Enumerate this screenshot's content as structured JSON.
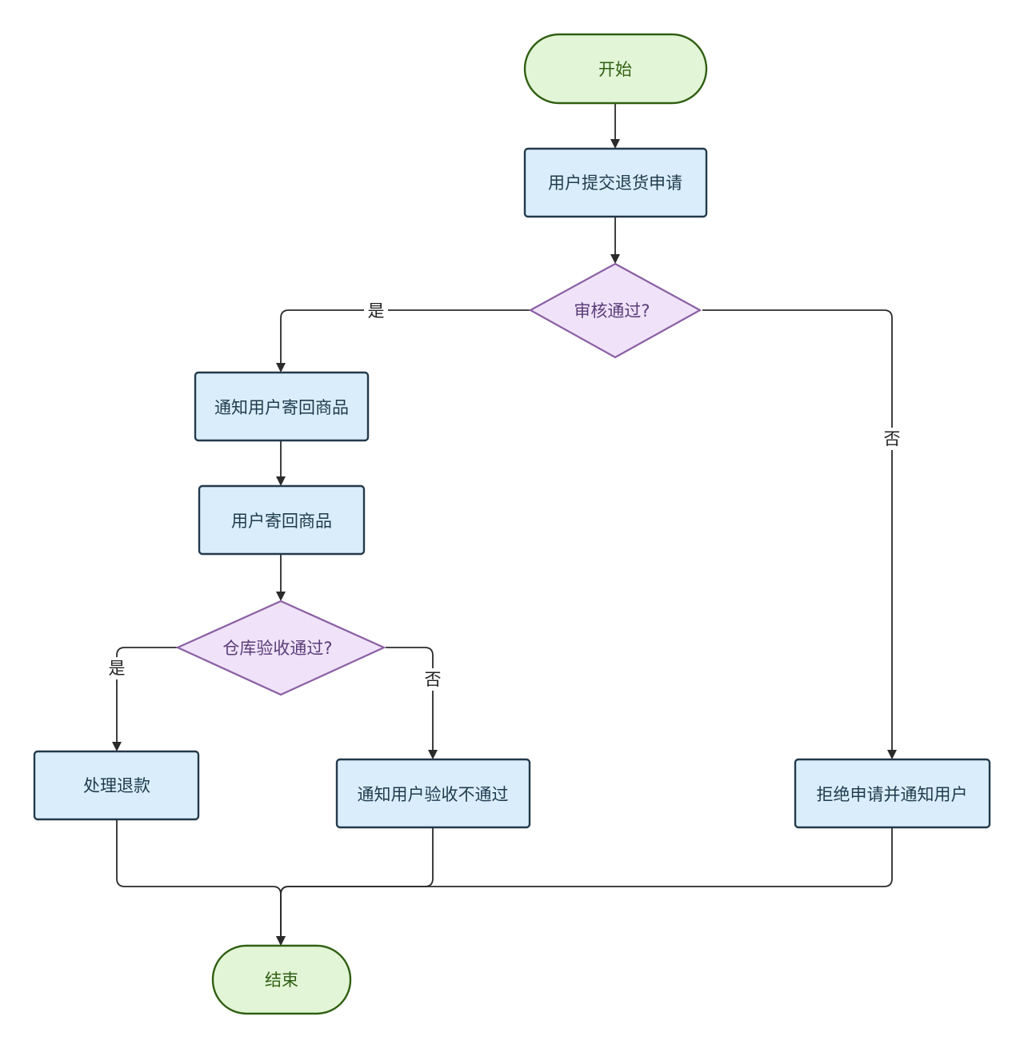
{
  "nodes": {
    "start": "开始",
    "submit": "用户提交退货申请",
    "review": "审核通过?",
    "notify_return": "通知用户寄回商品",
    "user_return": "用户寄回商品",
    "inspect": "仓库验收通过?",
    "refund": "处理退款",
    "notify_fail": "通知用户验收不通过",
    "reject": "拒绝申请并通知用户",
    "end": "结束"
  },
  "edges": {
    "review_yes": "是",
    "review_no": "否",
    "inspect_yes": "是",
    "inspect_no": "否"
  }
}
